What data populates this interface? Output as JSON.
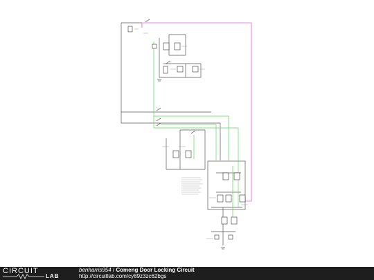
{
  "footer": {
    "logo_top": "CIRCUIT",
    "logo_bottom": "LAB",
    "author": "benharris954",
    "separator": " / ",
    "title": "Comeng Door Locking Circuit",
    "url": "http://circuitlab.com/cy89z3zc62bgs"
  },
  "colors": {
    "wire_gray": "#555555",
    "wire_green": "#5fd35f",
    "wire_magenta": "#e060e0",
    "footer_bg": "#1e1e1e"
  }
}
